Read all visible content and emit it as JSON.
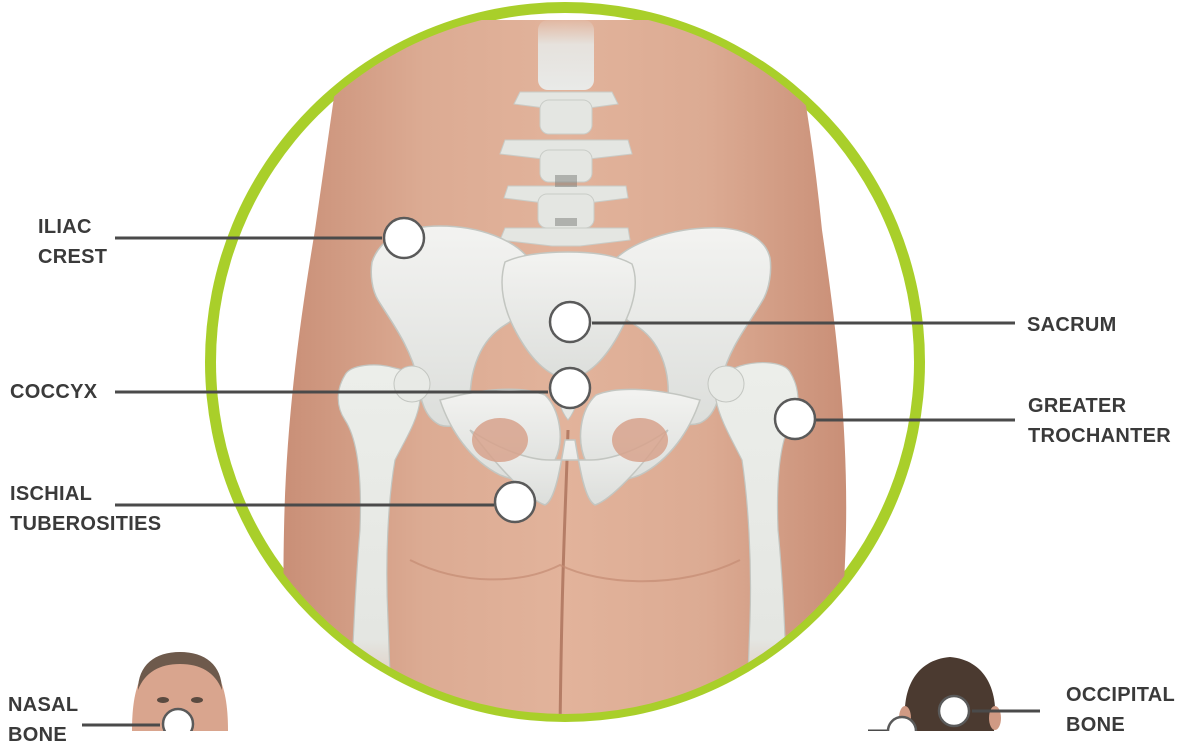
{
  "colors": {
    "ring": "#a9cf2a",
    "skin": "#d8a58c",
    "bone": "#e9eae8",
    "leader": "#4a4a4a",
    "marker_fill": "#ffffff",
    "marker_stroke": "#5a5a5a",
    "text": "#3a3a3a"
  },
  "labels": {
    "iliac_crest": {
      "line1": "ILIAC",
      "line2": "CREST"
    },
    "sacrum": {
      "line1": "SACRUM"
    },
    "coccyx": {
      "line1": "COCCYX"
    },
    "greater_trochanter": {
      "line1": "GREATER",
      "line2": "TROCHANTER"
    },
    "ischial_tuberosities": {
      "line1": "ISCHIAL",
      "line2": "TUBEROSITIES"
    },
    "nasal_bone": {
      "line1": "NASAL",
      "line2": "BONE"
    },
    "occipital_bone": {
      "line1": "OCCIPITAL",
      "line2": "BONE"
    }
  },
  "icons": {
    "main": "pelvis-back-view",
    "front_head": "front-head-icon",
    "back_head": "back-head-icon"
  }
}
